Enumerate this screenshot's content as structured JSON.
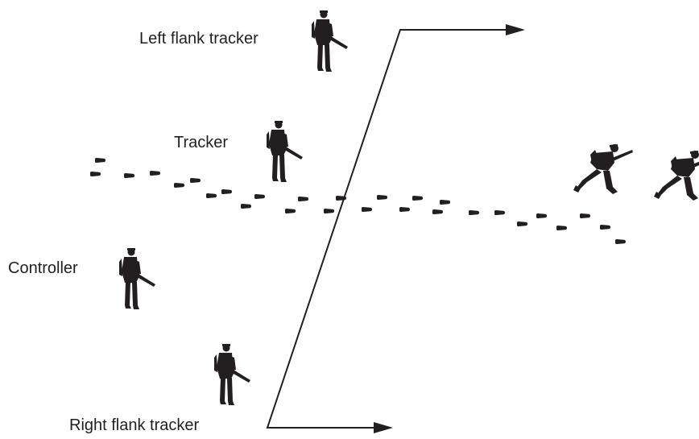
{
  "labels": {
    "left_flank": "Left flank tracker",
    "tracker": "Tracker",
    "controller": "Controller",
    "right_flank": "Right flank tracker"
  },
  "colors": {
    "ink": "#231f20",
    "background": "#ffffff"
  },
  "figures": {
    "trackers": [
      "left-flank-soldier",
      "tracker-soldier",
      "controller-soldier",
      "right-flank-soldier"
    ],
    "enemy": [
      "running-enemy-1",
      "running-enemy-2"
    ]
  }
}
